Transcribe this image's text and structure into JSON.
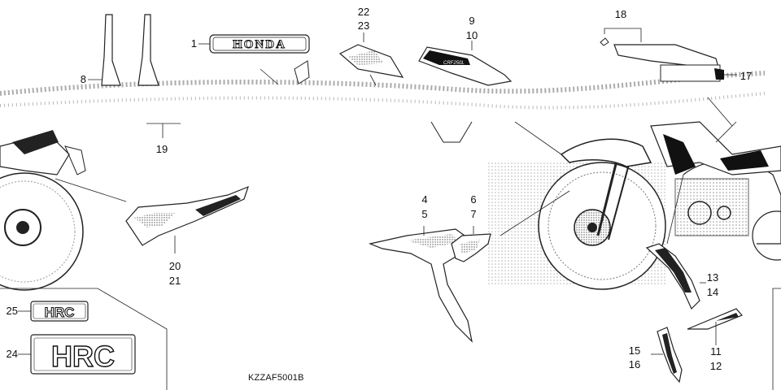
{
  "diagram_code": "KZZAF5001B",
  "callouts": [
    {
      "id": "p1",
      "text": "1"
    },
    {
      "id": "p8",
      "text": "8"
    },
    {
      "id": "p9",
      "text": "9"
    },
    {
      "id": "p10",
      "text": "10"
    },
    {
      "id": "p22",
      "text": "22"
    },
    {
      "id": "p23",
      "text": "23"
    },
    {
      "id": "p18",
      "text": "18"
    },
    {
      "id": "p17",
      "text": "17"
    },
    {
      "id": "p19",
      "text": "19"
    },
    {
      "id": "p20",
      "text": "20"
    },
    {
      "id": "p21",
      "text": "21"
    },
    {
      "id": "p4",
      "text": "4"
    },
    {
      "id": "p5",
      "text": "5"
    },
    {
      "id": "p6",
      "text": "6"
    },
    {
      "id": "p7",
      "text": "7"
    },
    {
      "id": "p13",
      "text": "13"
    },
    {
      "id": "p14",
      "text": "14"
    },
    {
      "id": "p11",
      "text": "11"
    },
    {
      "id": "p12",
      "text": "12"
    },
    {
      "id": "p15",
      "text": "15"
    },
    {
      "id": "p16",
      "text": "16"
    },
    {
      "id": "p25",
      "text": "25"
    },
    {
      "id": "p24",
      "text": "24"
    }
  ],
  "decals": {
    "honda_logo": "HONDA",
    "hrc_small": "HRC",
    "hrc_large": "HRC",
    "crf_shroud": "CRF250L"
  },
  "colors": {
    "ink": "#111111",
    "paper": "#ffffff",
    "halftone": "#999999"
  }
}
